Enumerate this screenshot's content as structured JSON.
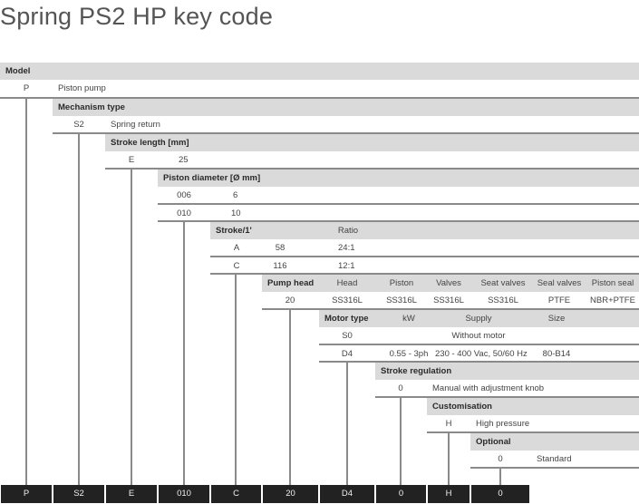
{
  "title": "Spring PS2 HP key code",
  "sections": {
    "model": {
      "header": "Model",
      "rows": [
        {
          "code": "P",
          "desc": "Piston pump"
        }
      ]
    },
    "mechanism": {
      "header": "Mechanism type",
      "rows": [
        {
          "code": "S2",
          "desc": "Spring return"
        }
      ]
    },
    "stroke_length": {
      "header": "Stroke length [mm]",
      "rows": [
        {
          "code": "E",
          "desc": "25"
        }
      ]
    },
    "piston_diameter": {
      "header": "Piston diameter [Ø mm]",
      "rows": [
        {
          "code": "006",
          "desc": "6"
        },
        {
          "code": "010",
          "desc": "10"
        }
      ]
    },
    "stroke_per_min": {
      "header": "Stroke/1'",
      "columns": [
        "Ratio"
      ],
      "rows": [
        {
          "code": "A",
          "value": "58",
          "ratio": "24:1"
        },
        {
          "code": "C",
          "value": "116",
          "ratio": "12:1"
        }
      ]
    },
    "pump_head": {
      "header": "Pump head",
      "columns": [
        "Head",
        "Piston",
        "Valves",
        "Seat valves",
        "Seal valves",
        "Piston seal"
      ],
      "rows": [
        {
          "code": "20",
          "values": [
            "SS316L",
            "SS316L",
            "SS316L",
            "SS316L",
            "PTFE",
            "NBR+PTFE"
          ]
        }
      ]
    },
    "motor_type": {
      "header": "Motor type",
      "columns": [
        "kW",
        "Supply",
        "Size"
      ],
      "rows": [
        {
          "code": "S0",
          "desc": "Without motor"
        },
        {
          "code": "D4",
          "kw": "0.55 - 3ph",
          "supply": "230 - 400 Vac, 50/60 Hz",
          "size": "80-B14"
        }
      ]
    },
    "stroke_regulation": {
      "header": "Stroke regulation",
      "rows": [
        {
          "code": "0",
          "desc": "Manual with adjustment knob"
        }
      ]
    },
    "customisation": {
      "header": "Customisation",
      "rows": [
        {
          "code": "H",
          "desc": "High pressure"
        }
      ]
    },
    "optional": {
      "header": "Optional",
      "rows": [
        {
          "code": "0",
          "desc": "Standard"
        }
      ]
    }
  },
  "key_code": [
    "P",
    "S2",
    "E",
    "010",
    "C",
    "20",
    "D4",
    "0",
    "H",
    "0"
  ],
  "colors": {
    "header_bg": "#dadada",
    "line": "#8a8a8a",
    "code_box_bg": "#222222"
  }
}
